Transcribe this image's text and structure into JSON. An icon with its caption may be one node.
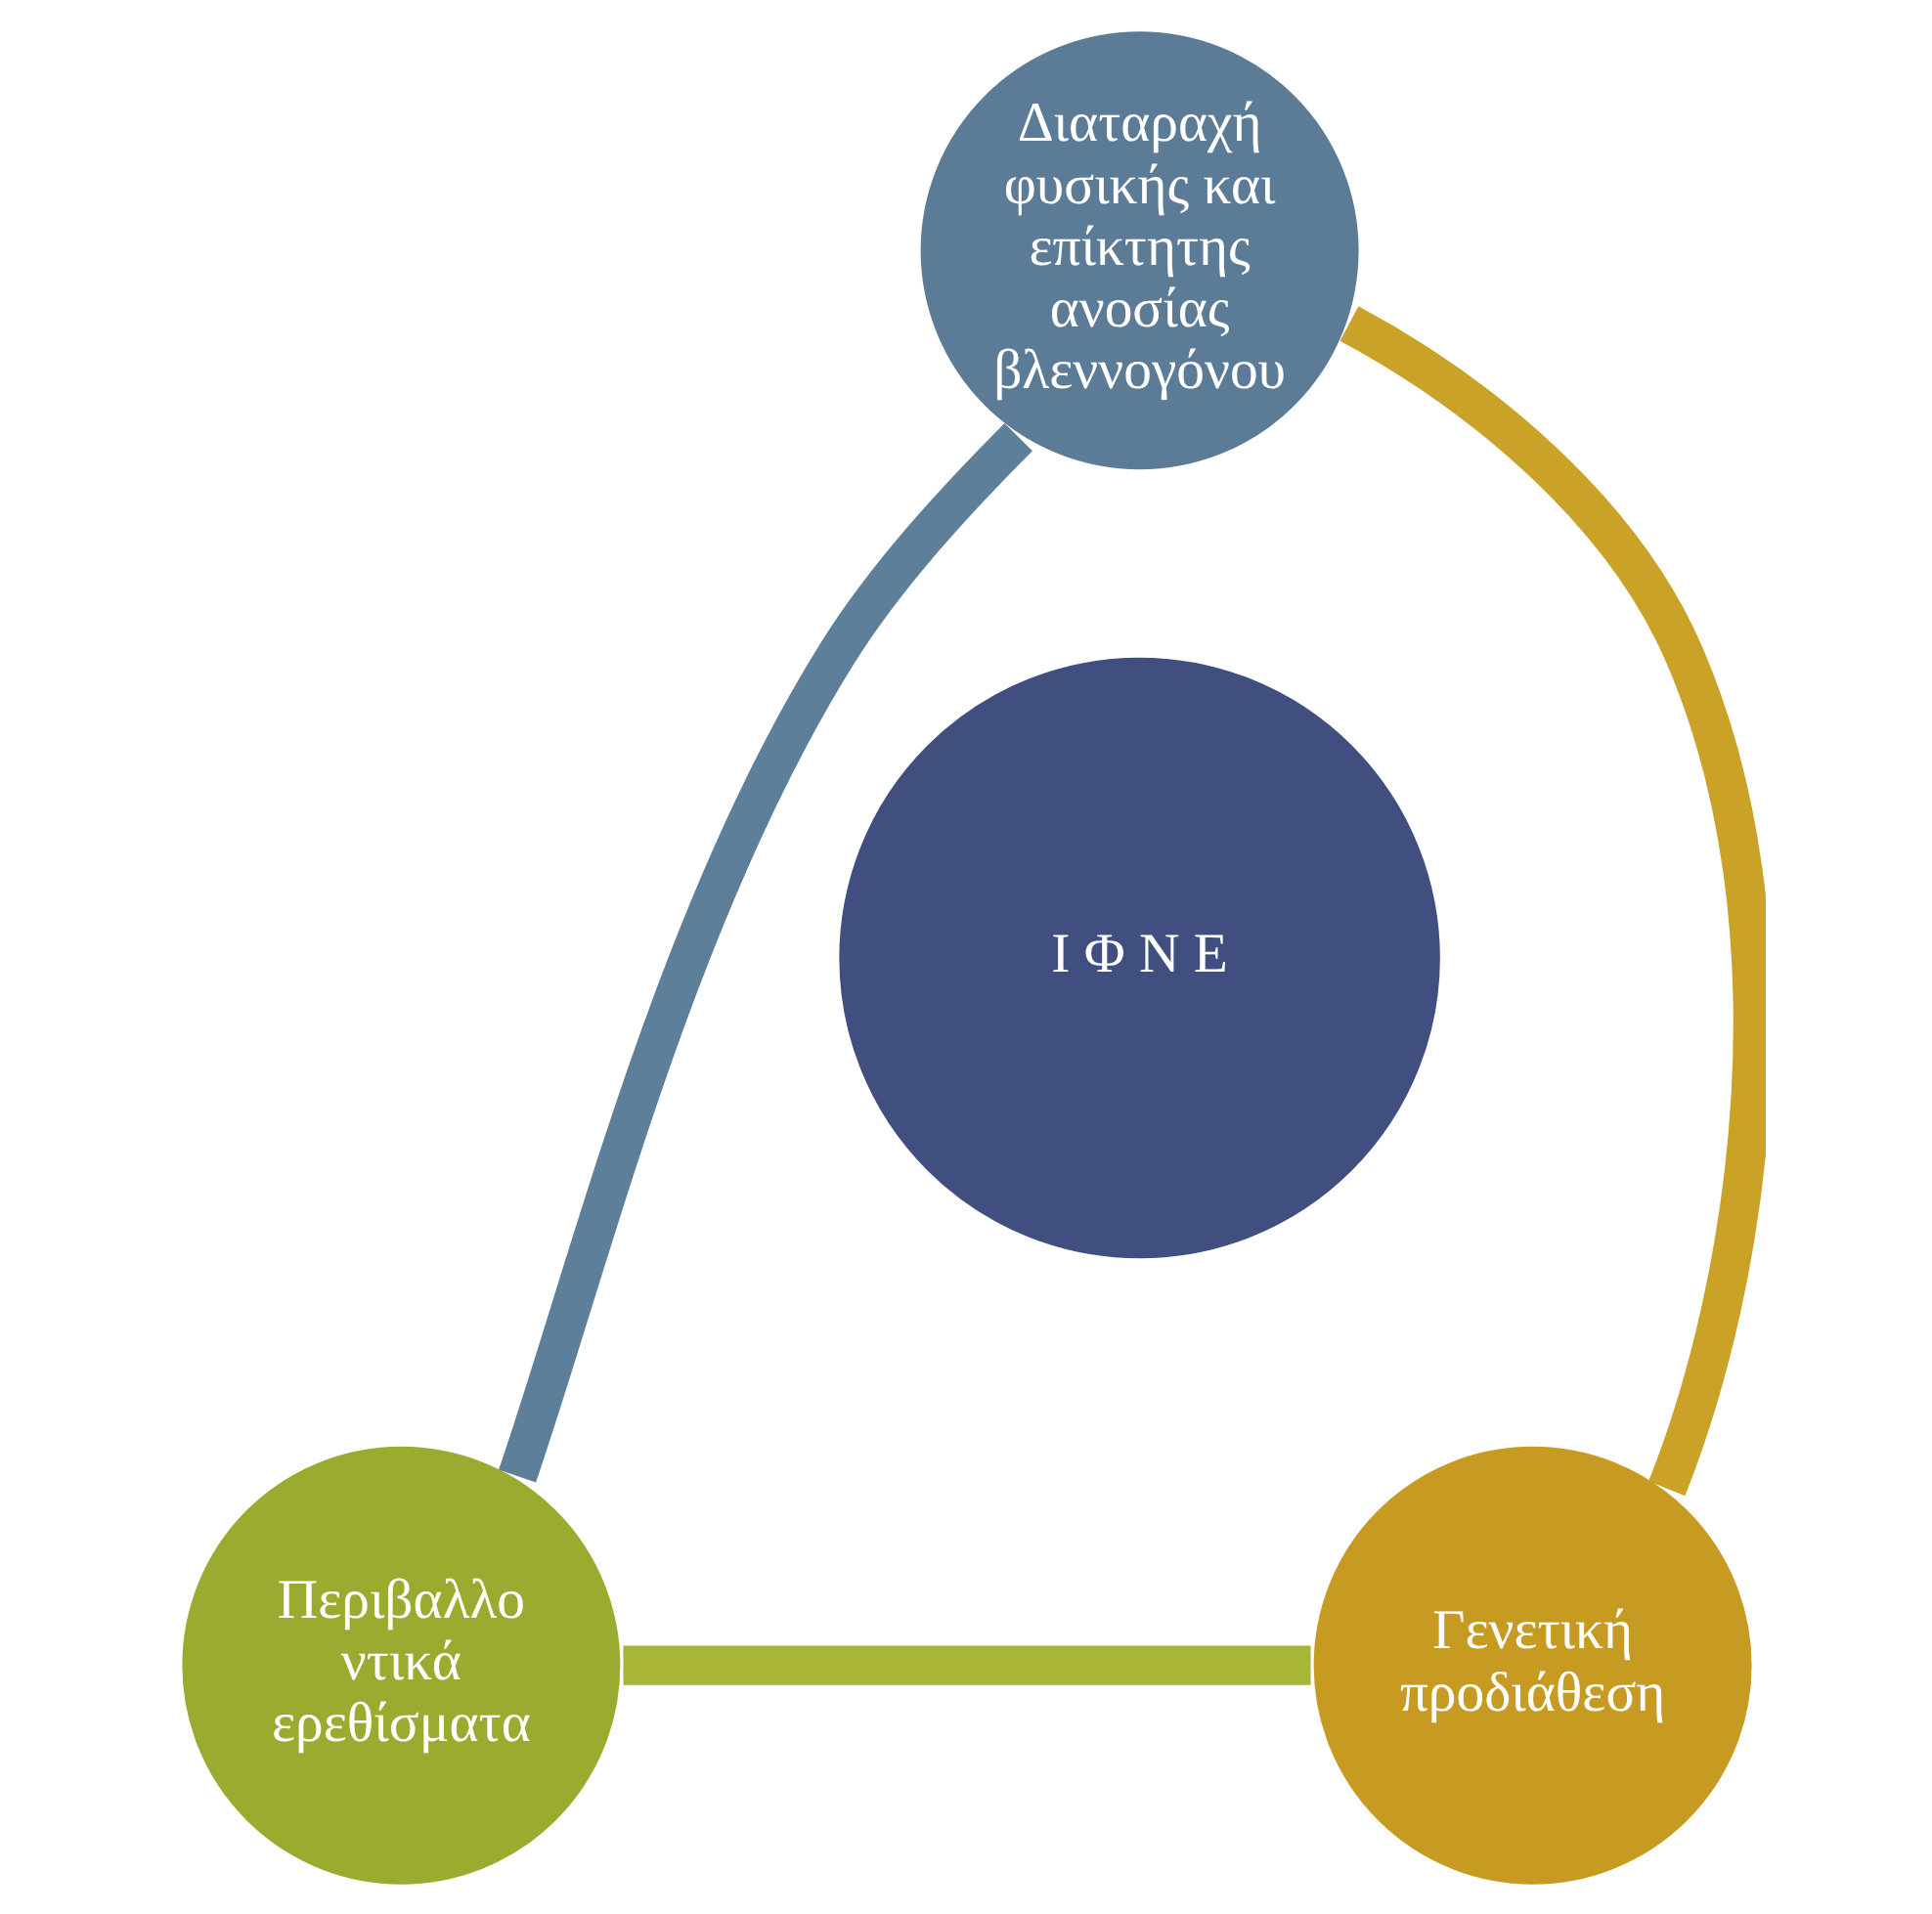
{
  "diagram": {
    "nodes": [
      {
        "text": [
          "Διαταραχή φυσικής και επίκτητης ανοσίας βλεννογόνου"
        ]
      },
      {
        "text": [
          "Ι Φ Ν Ε"
        ]
      },
      {
        "text": [
          "Περιβαλλο ντικά ερεθίσματα"
        ]
      },
      {
        "text": [
          "Γενετική προδιάθεση"
        ]
      }
    ],
    "edges": [
      {
        "from": 0,
        "to": 2,
        "arrow": "none",
        "color": "#5e7f99"
      },
      {
        "from": 2,
        "to": 3,
        "arrow": "none",
        "color": "#a8b536"
      },
      {
        "from": 3,
        "to": 0,
        "arrow": "none",
        "color": "#c9a227"
      }
    ]
  }
}
